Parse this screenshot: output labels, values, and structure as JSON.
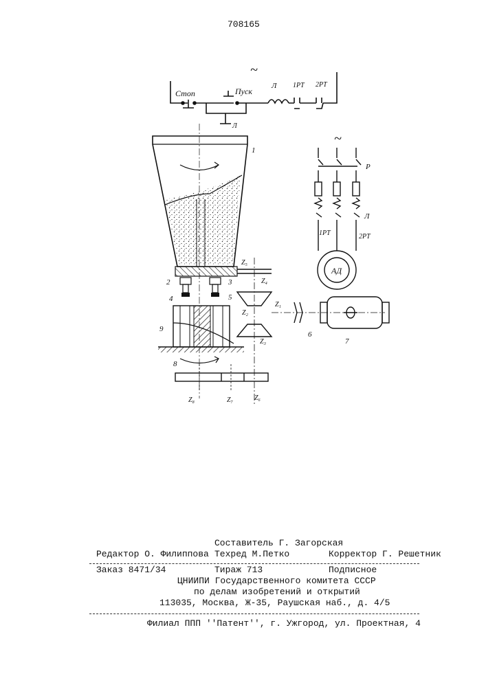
{
  "page_number": "708165",
  "labels": {
    "ac_top": "~",
    "stop": "Стоп",
    "start": "Пуск",
    "contactor": "Л",
    "relay1": "1РТ",
    "relay2": "2РТ",
    "contactor_bottom": "Л",
    "ac_right": "~",
    "switch": "Р",
    "contactor_right": "Л",
    "relay1_right": "1РТ",
    "relay2_right": "2РТ",
    "motor": "АД",
    "n1": "1",
    "n2": "2",
    "n3": "3",
    "n4": "4",
    "n5": "5",
    "n6": "6",
    "n7": "7",
    "n8": "8",
    "n9": "9",
    "z1": "Z₁",
    "z2": "Z₂",
    "z3": "Z₃",
    "z4": "Z₄",
    "z5": "Z₅",
    "z6": "Z₆",
    "z7": "Z₇",
    "z8": "Z₈"
  },
  "credits": {
    "compiler": "Составитель Г. Загорская",
    "editor": "Редактор О. Филиппова",
    "techred": "Техред    М.Петко",
    "corrector": "Корректор Г. Решетник"
  },
  "imprint": {
    "order": "Заказ 8471/34",
    "circulation": "Тираж 713",
    "subscription": "Подписное",
    "org": "ЦНИИПИ Государственного комитета СССР",
    "dept": "по делам изобретений и открытий",
    "address": "113035, Москва, Ж-35, Раушская наб., д. 4/5",
    "branch": "Филиал ППП ''Патент'', г. Ужгород, ул. Проектная, 4"
  }
}
